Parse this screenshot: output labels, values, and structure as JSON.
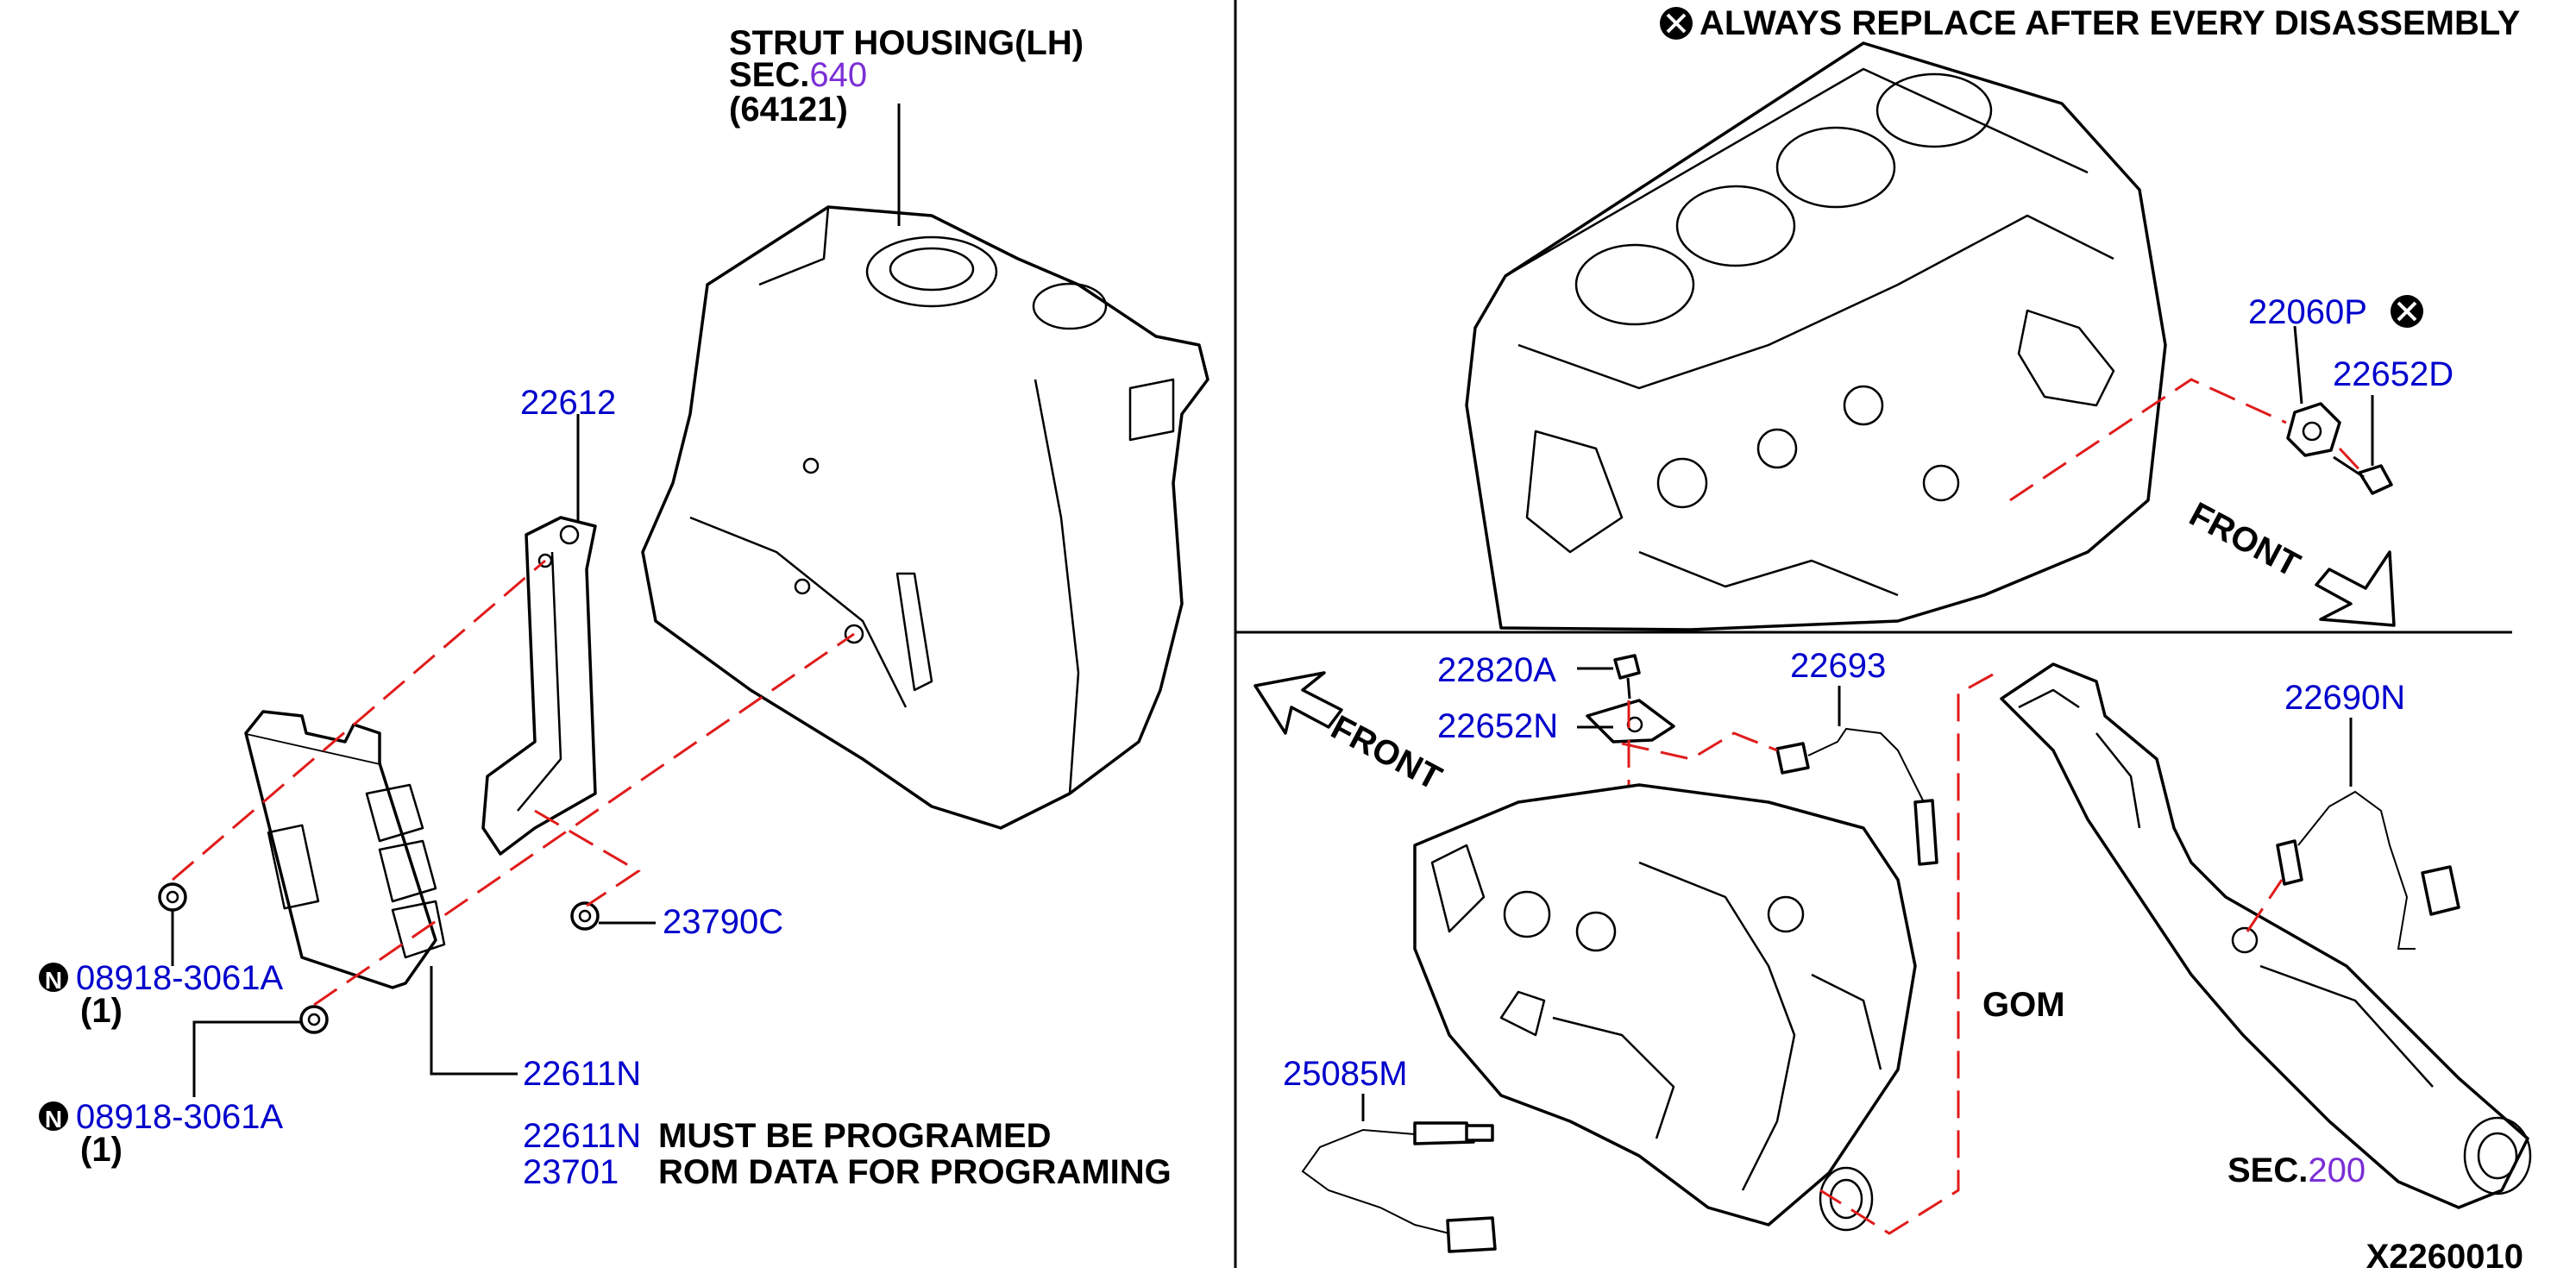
{
  "left_panel": {
    "strut_title": "STRUT HOUSING(LH)",
    "strut_sec_prefix": "SEC.",
    "strut_sec_num": "640",
    "strut_code": "(64121)",
    "part_22612": "22612",
    "part_23790C": "23790C",
    "nut_upper_code": "08918-3061A",
    "nut_upper_qty": "(1)",
    "nut_lower_code": "08918-3061A",
    "nut_lower_qty": "(1)",
    "nut_symbol": "N",
    "part_22611N": "22611N",
    "note1_num": "22611N",
    "note1_text": "MUST BE PROGRAMED",
    "note2_num": "23701",
    "note2_text": "ROM DATA FOR PROGRAMING"
  },
  "top_right": {
    "warning_text": "ALWAYS REPLACE AFTER EVERY DISASSEMBLY",
    "part_22060P": "22060P",
    "part_22652D": "22652D",
    "front_label": "FRONT"
  },
  "bottom_right": {
    "part_22820A": "22820A",
    "part_22652N": "22652N",
    "part_22693": "22693",
    "part_22690N": "22690N",
    "part_25085M": "25085M",
    "front_label": "FRONT",
    "gom_label": "GOM",
    "sec_prefix": "SEC.",
    "sec_num": "200"
  },
  "diagram_id": "X2260010",
  "colors": {
    "part_number": "#0000cc",
    "section_number": "#7b2fd6",
    "leader_dash": "#e01b1b",
    "line": "#000000"
  }
}
